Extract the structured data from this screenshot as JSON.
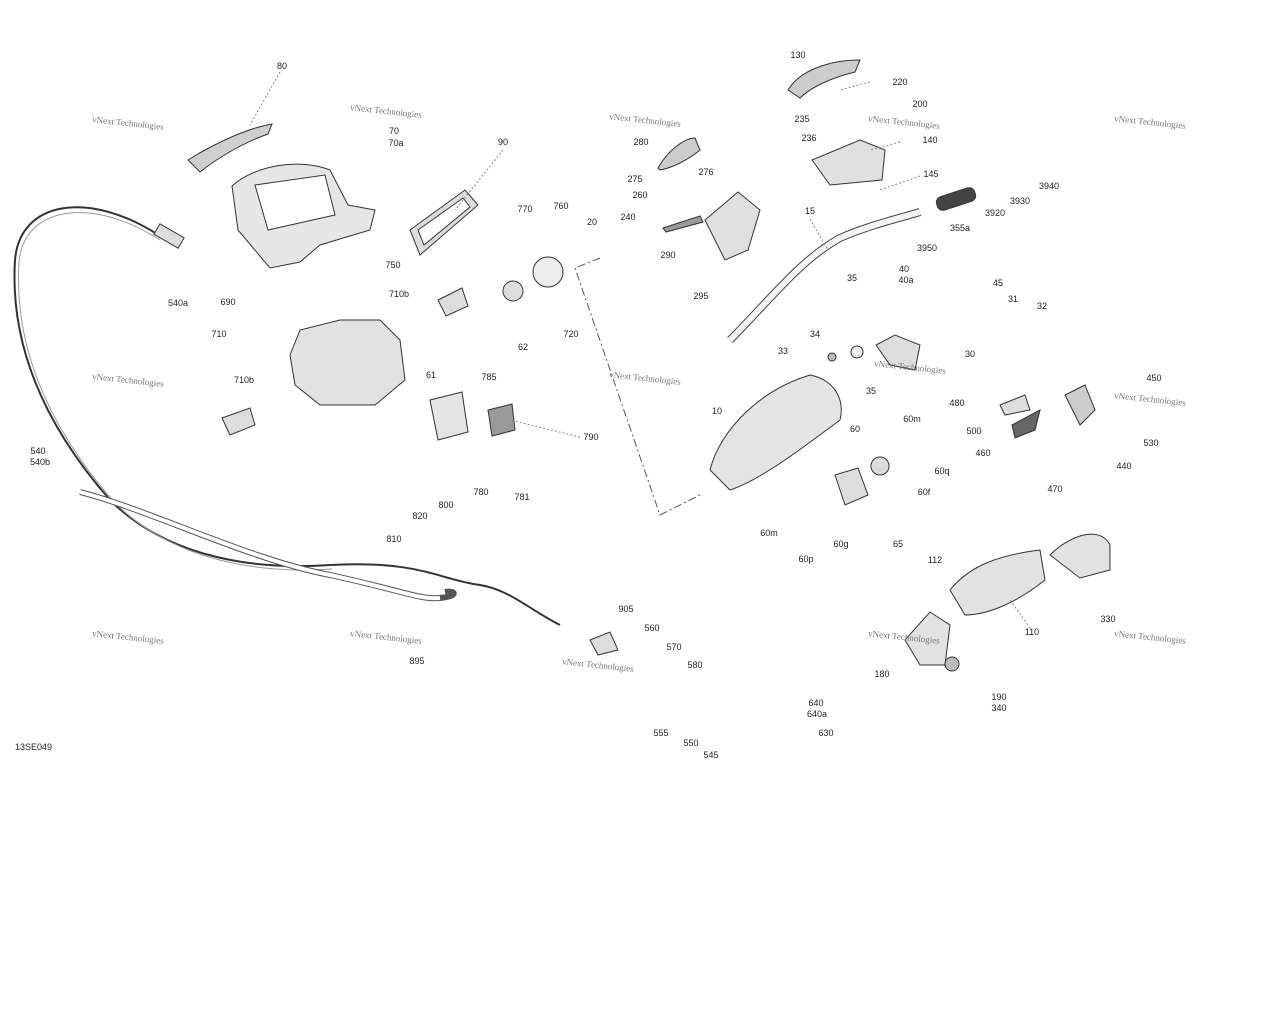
{
  "diagram_code": "13SE049",
  "watermark": "vNext Technologies",
  "part_labels": {
    "p80": "80",
    "p70": "70",
    "p70a": "70a",
    "p90": "90",
    "p770": "770",
    "p760": "760",
    "p20": "20",
    "p750": "750",
    "p710b_1": "710b",
    "p690": "690",
    "p710": "710",
    "p62": "62",
    "p720": "720",
    "p61": "61",
    "p785": "785",
    "p710b_2": "710b",
    "p790": "790",
    "p780": "780",
    "p781": "781",
    "p800": "800",
    "p820": "820",
    "p810": "810",
    "p540": "540",
    "p540b": "540b",
    "p540a": "540a",
    "p130": "130",
    "p220": "220",
    "p235": "235",
    "p200": "200",
    "p236": "236",
    "p140": "140",
    "p280": "280",
    "p276": "276",
    "p275": "275",
    "p145": "145",
    "p260": "260",
    "p3940": "3940",
    "p3930": "3930",
    "p3920": "3920",
    "p15": "15",
    "p240": "240",
    "p355a": "355a",
    "p3950": "3950",
    "p290": "290",
    "p295": "295",
    "p40": "40",
    "p40a": "40a",
    "p35_1": "35",
    "p45": "45",
    "p31": "31",
    "p32": "32",
    "p34": "34",
    "p33": "33",
    "p30": "30",
    "p35_2": "35",
    "p450": "450",
    "p480": "480",
    "p10": "10",
    "p60m_1": "60m",
    "p500": "500",
    "p60": "60",
    "p530": "530",
    "p460": "460",
    "p440": "440",
    "p60q": "60q",
    "p60f": "60f",
    "p470": "470",
    "p60m_2": "60m",
    "p60g": "60g",
    "p65": "65",
    "p112": "112",
    "p60p": "60p",
    "p110": "110",
    "p330": "330",
    "p180": "180",
    "p190": "190",
    "p340": "340",
    "p905": "905",
    "p560": "560",
    "p570": "570",
    "p580": "580",
    "p895": "895",
    "p640": "640",
    "p640a": "640a",
    "p555": "555",
    "p630": "630",
    "p550": "550",
    "p545": "545"
  }
}
